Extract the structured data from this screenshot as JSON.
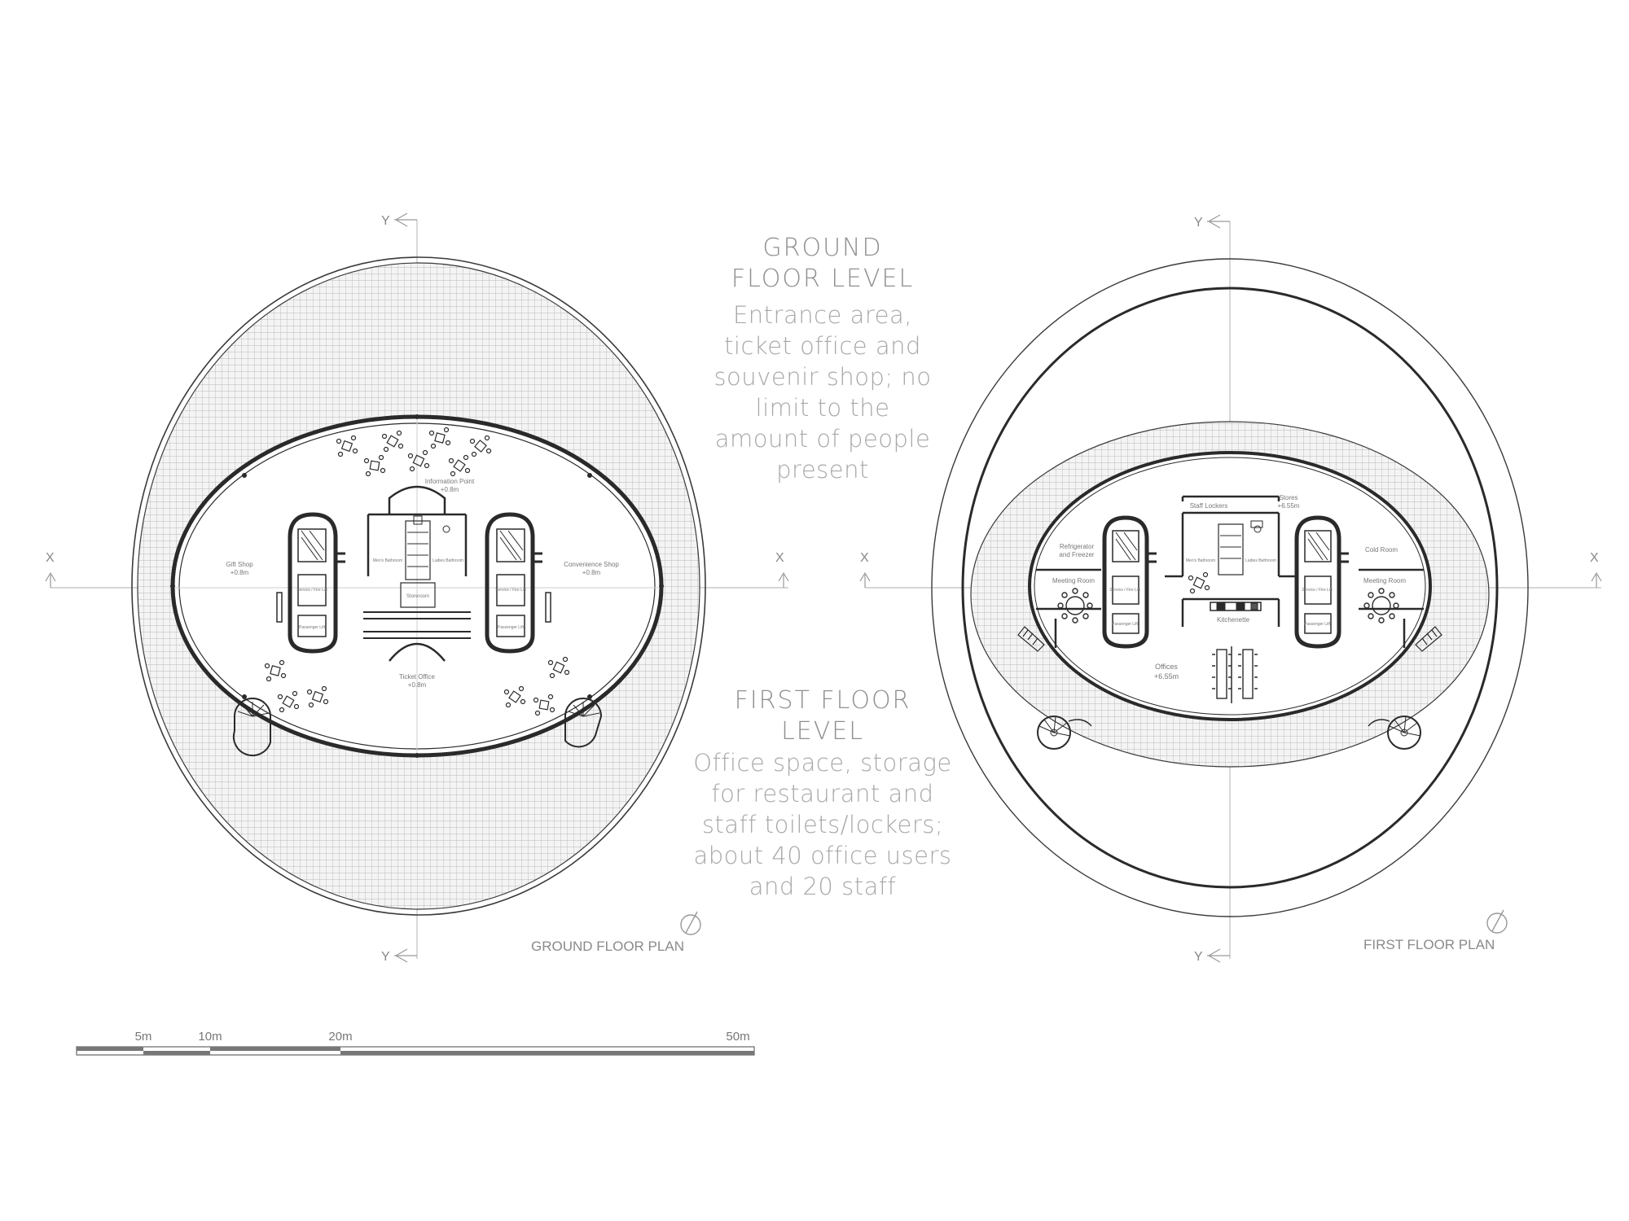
{
  "ground_floor": {
    "heading": "GROUND FLOOR LEVEL",
    "heading_lines": [
      "GROUND",
      "FLOOR LEVEL"
    ],
    "description_lines": [
      "Entrance area,",
      "ticket office and",
      "souvenir shop; no",
      "limit to the",
      "amount of people",
      "present"
    ],
    "plan_title": "GROUND FLOOR PLAN",
    "rooms": {
      "information_point": "Information Point",
      "information_point_level": "+0.8m",
      "gift_shop": "Gift Shop",
      "gift_shop_level": "+0.8m",
      "convenience_shop": "Convenience Shop",
      "convenience_shop_level": "+0.8m",
      "ticket_office": "Ticket Office",
      "ticket_office_level": "+0.8m",
      "left_core_upper": "Service / Fire Lift",
      "left_core_lower": "Passenger Lift",
      "right_core_upper": "Service / Fire Lift",
      "right_core_lower": "Passenger Lift",
      "mens_wc": "Men's Bathroom",
      "ladies_wc": "Ladies Bathroom",
      "storeroom": "Storeroom"
    }
  },
  "first_floor": {
    "heading": "FIRST FLOOR LEVEL",
    "heading_lines": [
      "FIRST FLOOR",
      "LEVEL"
    ],
    "description_lines": [
      "Office space, storage",
      "for restaurant and",
      "staff toilets/lockers;",
      "about 40 office users",
      "and 20 staff"
    ],
    "plan_title": "FIRST FLOOR PLAN",
    "rooms": {
      "staff_lockers": "Staff Lockers",
      "stores": "Stores",
      "stores_level": "+6.55m",
      "refrigerator": "Refrigerator",
      "freezer": "and Freezer",
      "cold_room": "Cold Room",
      "meeting_room_left": "Meeting Room",
      "meeting_room_right": "Meeting Room",
      "kitchenette": "Kitchenette",
      "offices": "Offices",
      "offices_level": "+6.55m",
      "mens_wc": "Men's Bathroom",
      "ladies_wc": "Ladies Bathroom",
      "left_core_upper": "Service / Fire Lift",
      "left_core_lower": "Passenger Lift",
      "right_core_upper": "Service / Fire Lift",
      "right_core_lower": "Passenger Lift"
    }
  },
  "axes": {
    "x": "X",
    "y": "Y"
  },
  "scale_bar": {
    "labels": [
      "5m",
      "10m",
      "20m",
      "50m"
    ]
  },
  "colors": {
    "line": "#3a3a3a",
    "grid": "#bdbdbd",
    "text": "#9a9a9a"
  }
}
